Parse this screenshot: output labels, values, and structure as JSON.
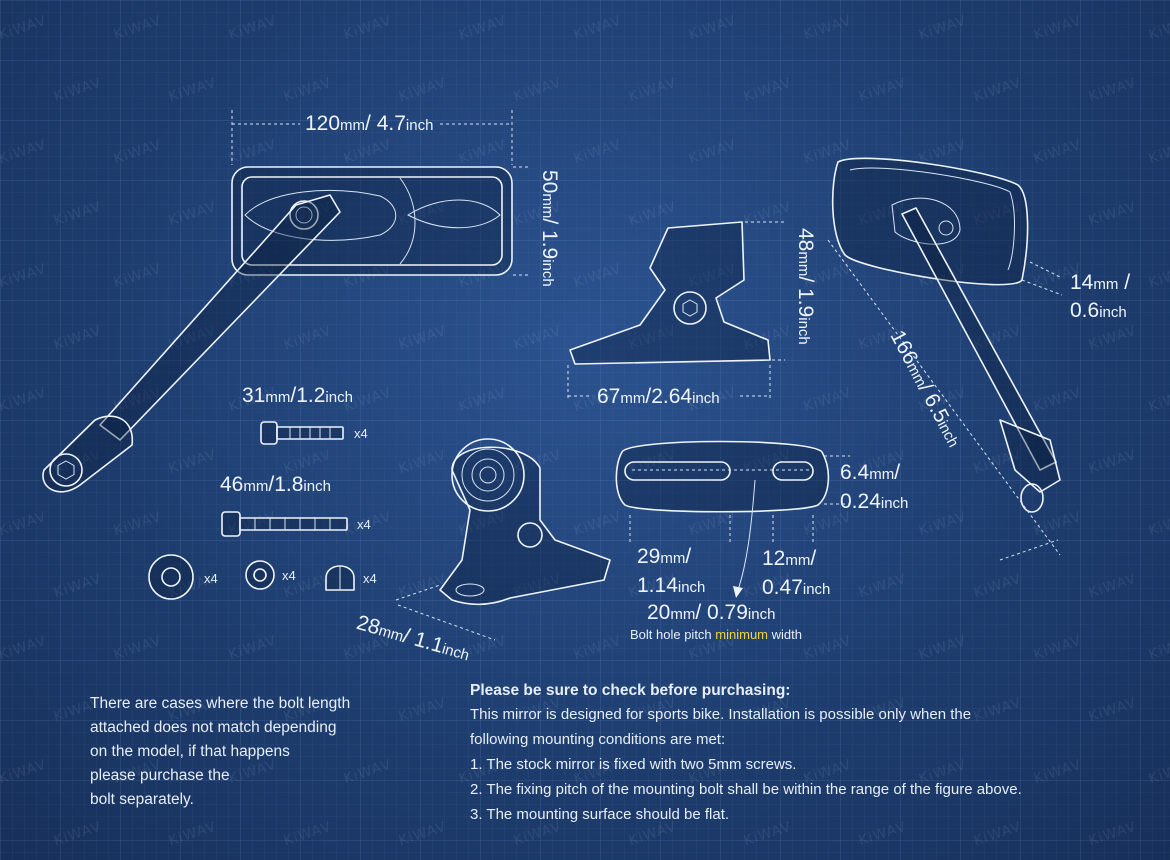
{
  "watermark": "KiWAV",
  "dimensions": {
    "mirror_width": {
      "mm": "120",
      "mm_unit": "mm",
      "inch": "4.7",
      "inch_unit": "inch"
    },
    "mirror_height": {
      "mm": "50",
      "mm_unit": "mm",
      "inch": "1.9",
      "inch_unit": "inch"
    },
    "base_height": {
      "mm": "48",
      "mm_unit": "mm",
      "inch": "1.9",
      "inch_unit": "inch"
    },
    "base_width": {
      "mm": "67",
      "mm_unit": "mm",
      "inch": "2.64",
      "inch_unit": "inch"
    },
    "mirror_depth": {
      "mm": "14",
      "mm_unit": "mm",
      "inch": "0.6",
      "inch_unit": "inch"
    },
    "arm_length": {
      "mm": "166",
      "mm_unit": "mm",
      "inch": "6.5",
      "inch_unit": "inch"
    },
    "bolt_short": {
      "mm": "31",
      "mm_unit": "mm",
      "inch": "1.2",
      "inch_unit": "inch"
    },
    "bolt_long": {
      "mm": "46",
      "mm_unit": "mm",
      "inch": "1.8",
      "inch_unit": "inch"
    },
    "mount_depth": {
      "mm": "28",
      "mm_unit": "mm",
      "inch": "1.1",
      "inch_unit": "inch"
    },
    "plate_thickness": {
      "mm": "6.4",
      "mm_unit": "mm",
      "inch": "0.24",
      "inch_unit": "inch"
    },
    "slot_left": {
      "mm": "29",
      "mm_unit": "mm",
      "inch": "1.14",
      "inch_unit": "inch"
    },
    "slot_right": {
      "mm": "12",
      "mm_unit": "mm",
      "inch": "0.47",
      "inch_unit": "inch"
    },
    "pitch_min": {
      "mm": "20",
      "mm_unit": "mm",
      "inch": "0.79",
      "inch_unit": "inch"
    }
  },
  "hardware": {
    "bolt_short_qty": "x4",
    "bolt_long_qty": "x4",
    "washer_large_qty": "x4",
    "washer_small_qty": "x4",
    "nut_qty": "x4"
  },
  "pitch_caption": {
    "before": "Bolt hole pitch ",
    "highlight": "minimum",
    "after": " width"
  },
  "left_note": [
    "There are cases where the bolt length",
    "attached does not match depending",
    "on the model, if that happens",
    "please purchase the",
    "bolt separately."
  ],
  "notes": {
    "heading": "Please be sure to check before purchasing:",
    "intro_1": "This mirror is designed for sports bike. Installation is possible only when the",
    "intro_2": "following mounting conditions are met:",
    "item_1": "1. The stock mirror is fixed with two 5mm screws.",
    "item_2": "2. The fixing pitch of the mounting bolt shall be within the range of the figure above.",
    "item_3": "3. The mounting surface should be flat."
  },
  "colors": {
    "background": "#1f3f72",
    "line": "#eef4fc",
    "highlight": "#f2d43c"
  }
}
